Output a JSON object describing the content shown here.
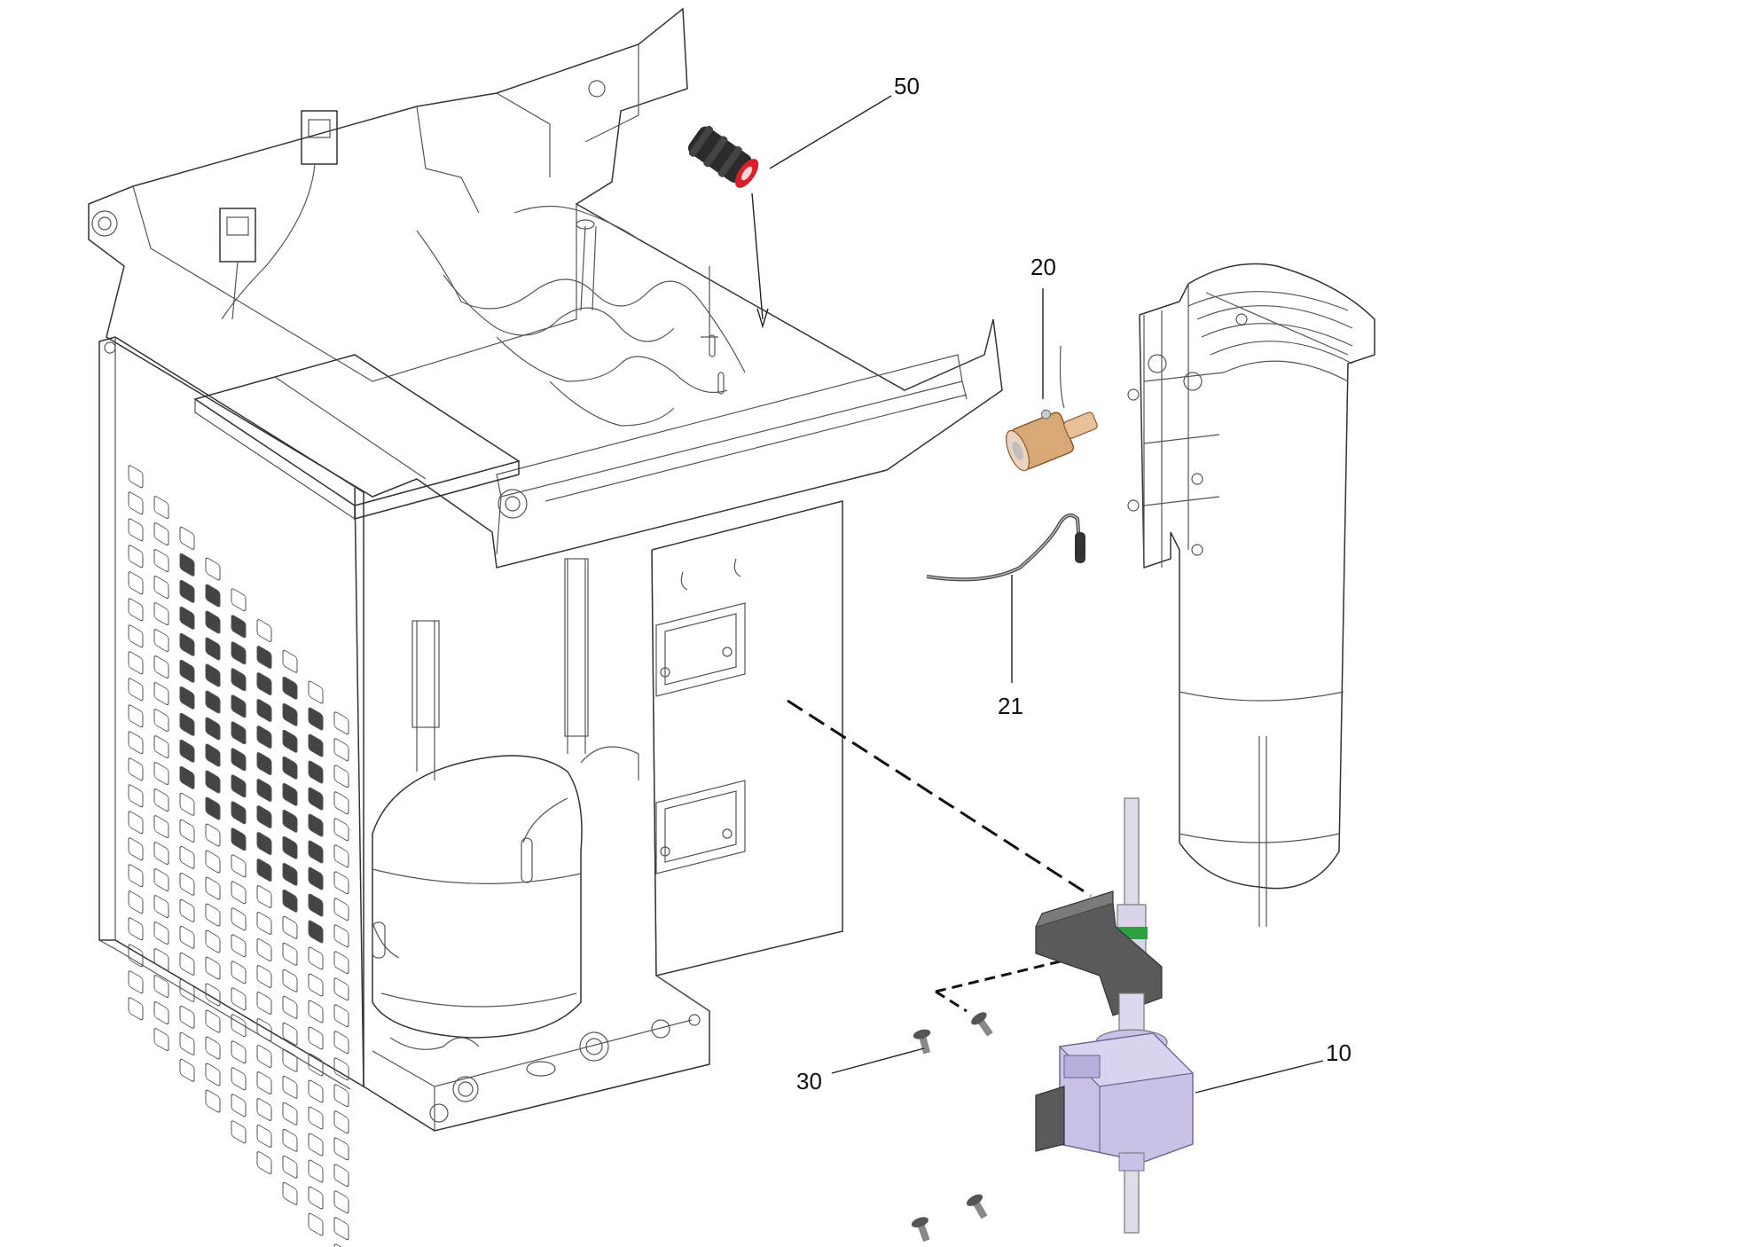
{
  "diagram": {
    "callouts": {
      "c50": "50",
      "c20": "20",
      "c21": "21",
      "c10": "10",
      "c30": "30"
    },
    "colors": {
      "line": "#333333",
      "fitting_red": "#d8202a",
      "fitting_dark": "#2b2b2b",
      "sensor_copper": "#d9a877",
      "valve_body": "#c9c2e6",
      "bracket_dark": "#555555",
      "clamp_green": "#2ea043"
    }
  }
}
